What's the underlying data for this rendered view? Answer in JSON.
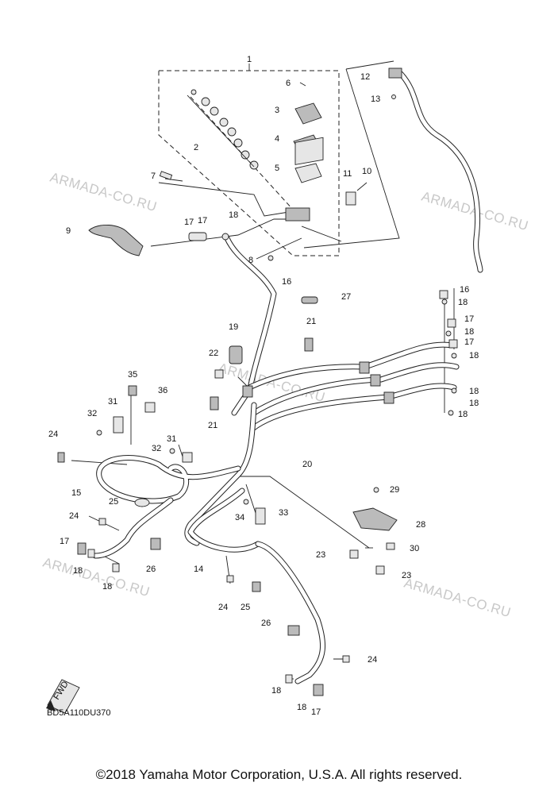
{
  "diagram": {
    "code": "BD5A110DU370",
    "fwd_label": "FWD",
    "watermark": "ARMADA-CO.RU",
    "callouts": [
      "1",
      "2",
      "3",
      "4",
      "5",
      "6",
      "7",
      "8",
      "9",
      "10",
      "11",
      "12",
      "13",
      "14",
      "15",
      "16",
      "17",
      "18",
      "19",
      "20",
      "21",
      "22",
      "23",
      "24",
      "25",
      "26",
      "27",
      "28",
      "29",
      "30",
      "31",
      "32",
      "33",
      "34",
      "35",
      "36"
    ]
  },
  "footer": {
    "copyright": "©2018 Yamaha Motor Corporation, U.S.A. All rights reserved."
  }
}
